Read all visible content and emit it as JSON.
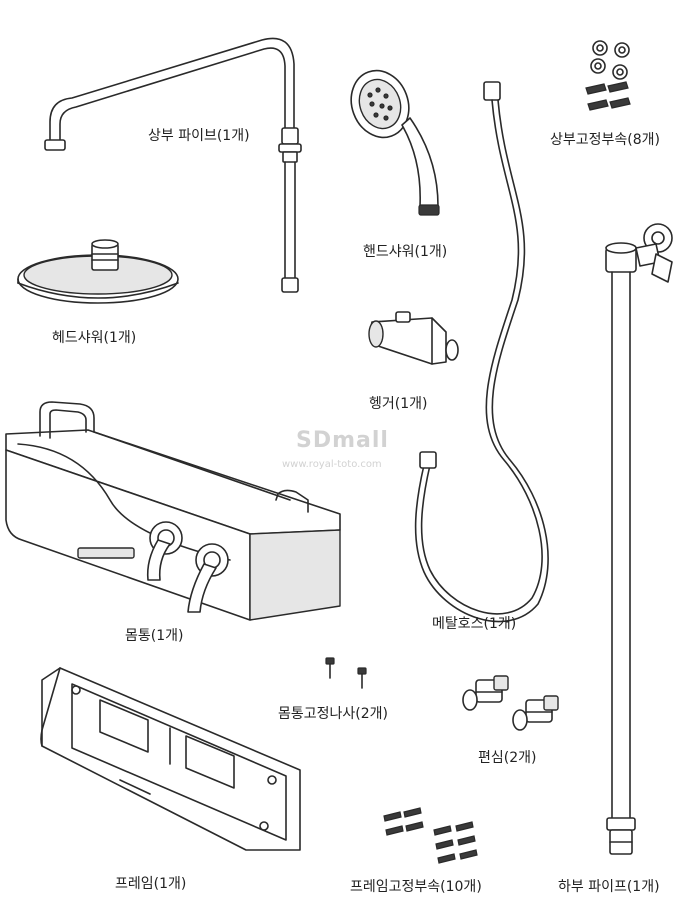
{
  "watermark": {
    "brand": "SDmall",
    "site": "www.royal-toto.com"
  },
  "parts": {
    "upper_pipe": "상부 파이브(1개)",
    "hand_shower": "핸드샤워(1개)",
    "upper_fixing_parts": "상부고정부속(8개)",
    "head_shower": "헤드샤워(1개)",
    "hanger": "헹거(1개)",
    "body": "몸통(1개)",
    "metal_hose": "메탈호스(1개)",
    "body_fixing_screw": "몸통고정나사(2개)",
    "eccentric": "편심(2개)",
    "frame": "프레임(1개)",
    "frame_fixing_parts": "프레임고정부속(10개)",
    "lower_pipe": "하부 파이프(1개)"
  }
}
